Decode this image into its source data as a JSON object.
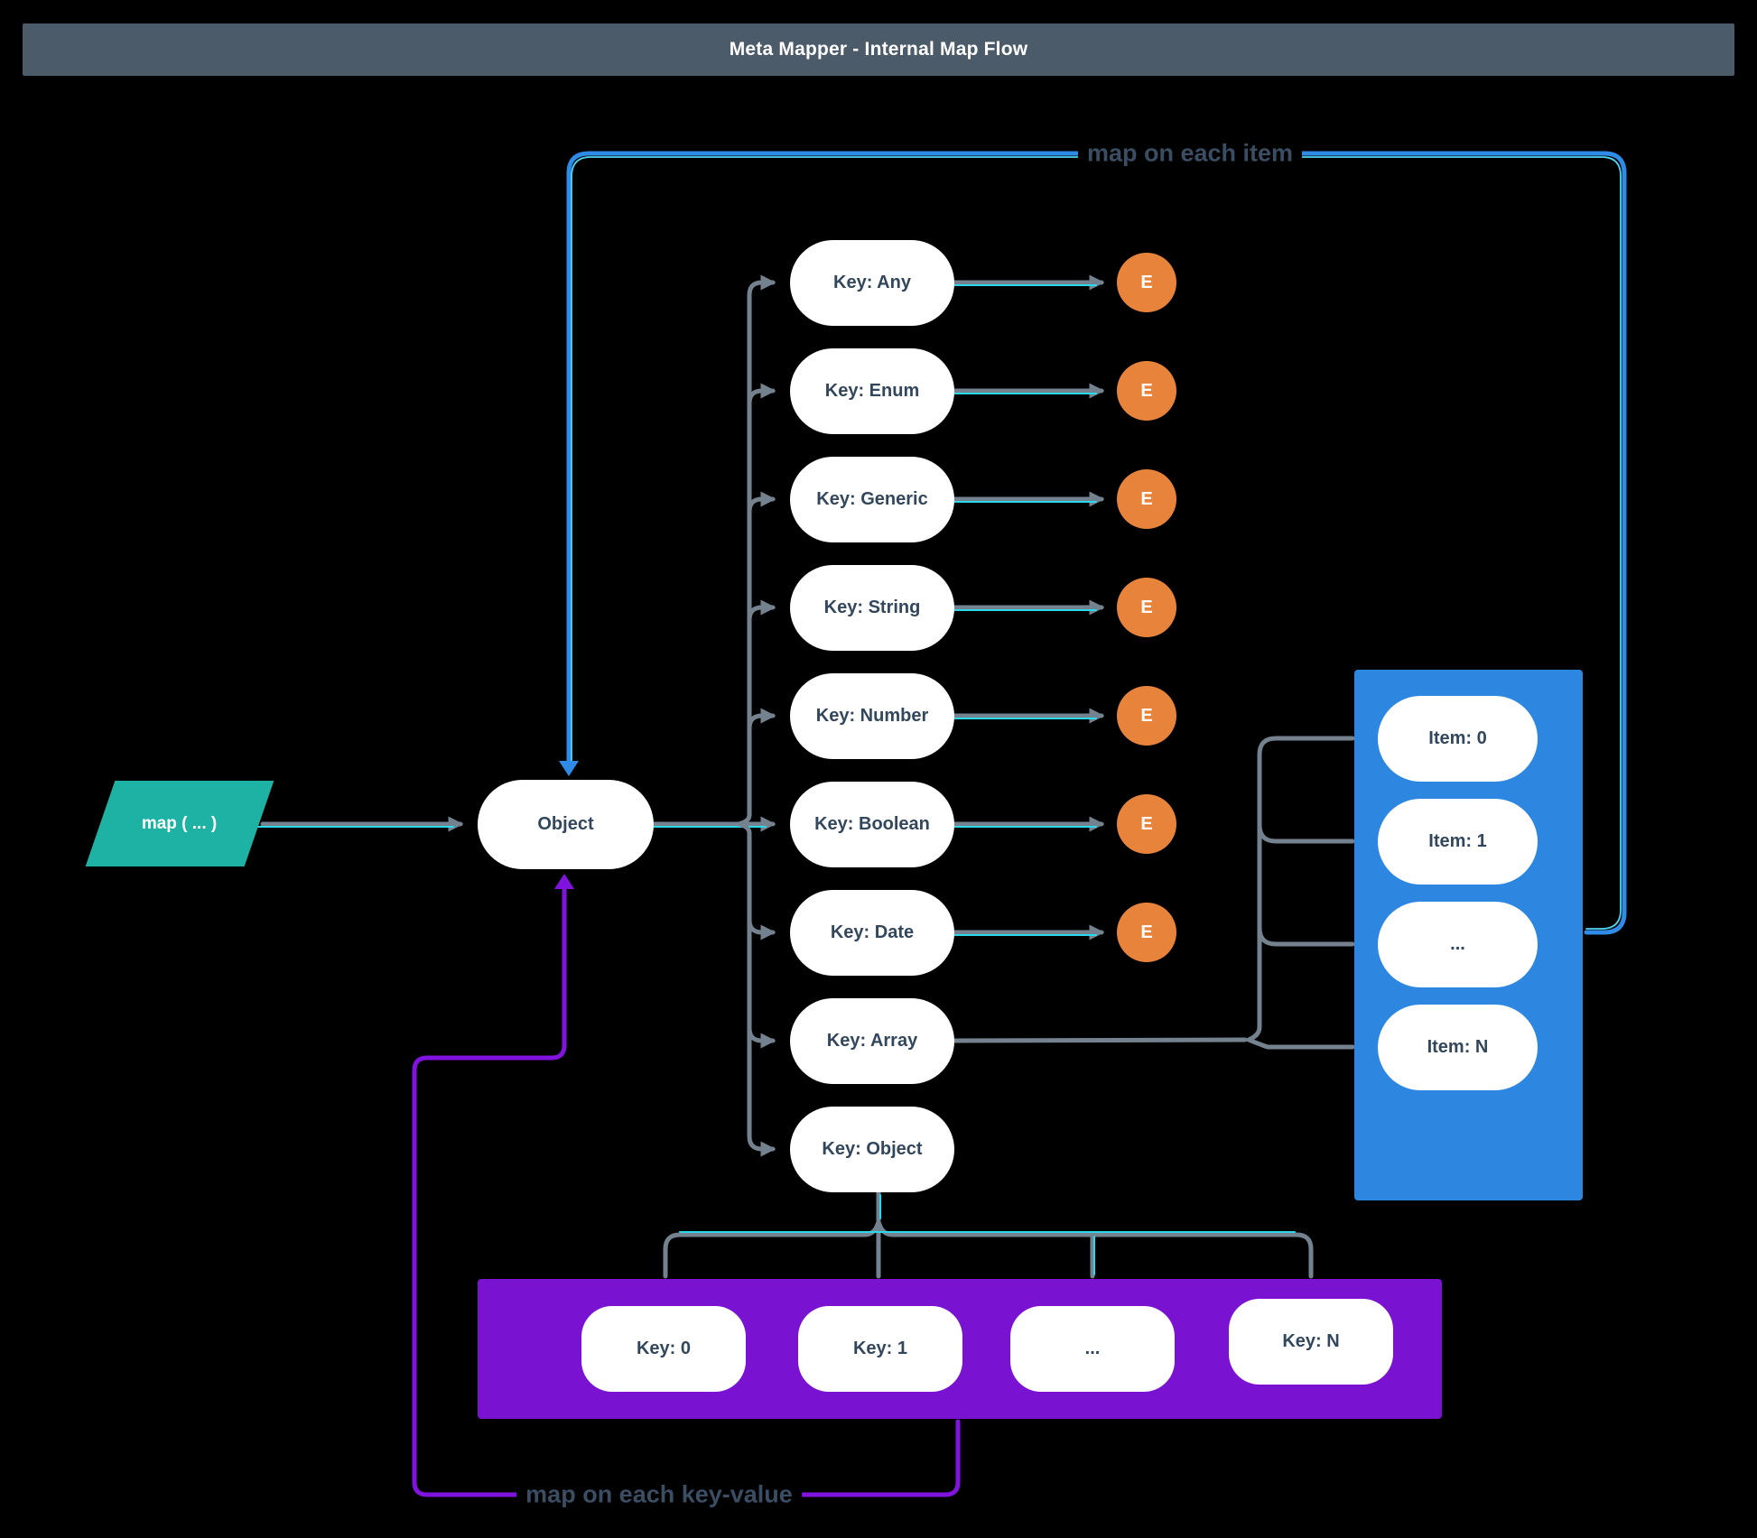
{
  "header": {
    "title": "Meta Mapper - Internal Map Flow"
  },
  "source": {
    "label": "map ( ... )"
  },
  "root": {
    "label": "Object"
  },
  "key_nodes": [
    {
      "label": "Key: Any"
    },
    {
      "label": "Key: Enum"
    },
    {
      "label": "Key: Generic"
    },
    {
      "label": "Key: String"
    },
    {
      "label": "Key: Number"
    },
    {
      "label": "Key: Boolean"
    },
    {
      "label": "Key: Date"
    },
    {
      "label": "Key: Array"
    },
    {
      "label": "Key: Object"
    }
  ],
  "endpoint": {
    "label": "E"
  },
  "array_group": {
    "items": [
      {
        "label": "Item: 0"
      },
      {
        "label": "Item: 1"
      },
      {
        "label": "..."
      },
      {
        "label": "Item: N"
      }
    ]
  },
  "object_group": {
    "keys": [
      {
        "label": "Key: 0"
      },
      {
        "label": "Key: 1"
      },
      {
        "label": "..."
      },
      {
        "label": "Key: N"
      }
    ]
  },
  "loops": {
    "item_loop_label": "map on each item",
    "keyvalue_loop_label": "map on each key-value"
  },
  "colors": {
    "background": "#000000",
    "header_bg": "#4C5B69",
    "node_bg": "#FFFFFF",
    "node_text": "#33475C",
    "source_teal": "#1EB2A5",
    "endpoint_orange": "#E8833C",
    "array_box_blue": "#2D87E0",
    "object_box_purple": "#7A12D2",
    "wire_gray": "#74828F",
    "wire_cyan": "#2BD8EC",
    "loop_blue": "#2E8CE8",
    "loop_purple": "#8014DE",
    "loop_label_text": "#3A4D63"
  }
}
